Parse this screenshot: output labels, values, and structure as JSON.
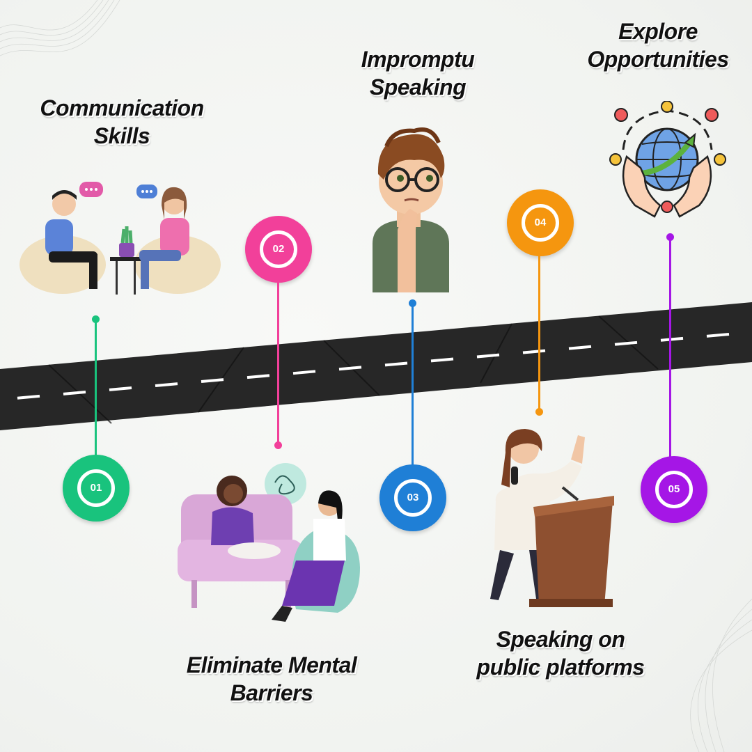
{
  "colors": {
    "step1": "#19c37d",
    "step2": "#f2409a",
    "step3": "#1f7fd6",
    "step4": "#f5960f",
    "step5": "#a516e6",
    "road": "#262626",
    "lane": "#ffffff"
  },
  "steps": [
    {
      "number": "01",
      "label_line1": "Communication",
      "label_line2": "Skills",
      "illustration": "two-people-conversation-illustration"
    },
    {
      "number": "02",
      "label_line1": "Eliminate Mental",
      "label_line2": "Barriers",
      "illustration": "therapy-session-illustration"
    },
    {
      "number": "03",
      "label_line1": "Impromptu",
      "label_line2": "Speaking",
      "illustration": "thinking-boy-illustration"
    },
    {
      "number": "04",
      "label_line1": "Speaking on",
      "label_line2": "public platforms",
      "illustration": "podium-speaker-illustration"
    },
    {
      "number": "05",
      "label_line1": "Explore",
      "label_line2": "Opportunities",
      "illustration": "globe-in-hands-icon"
    }
  ]
}
